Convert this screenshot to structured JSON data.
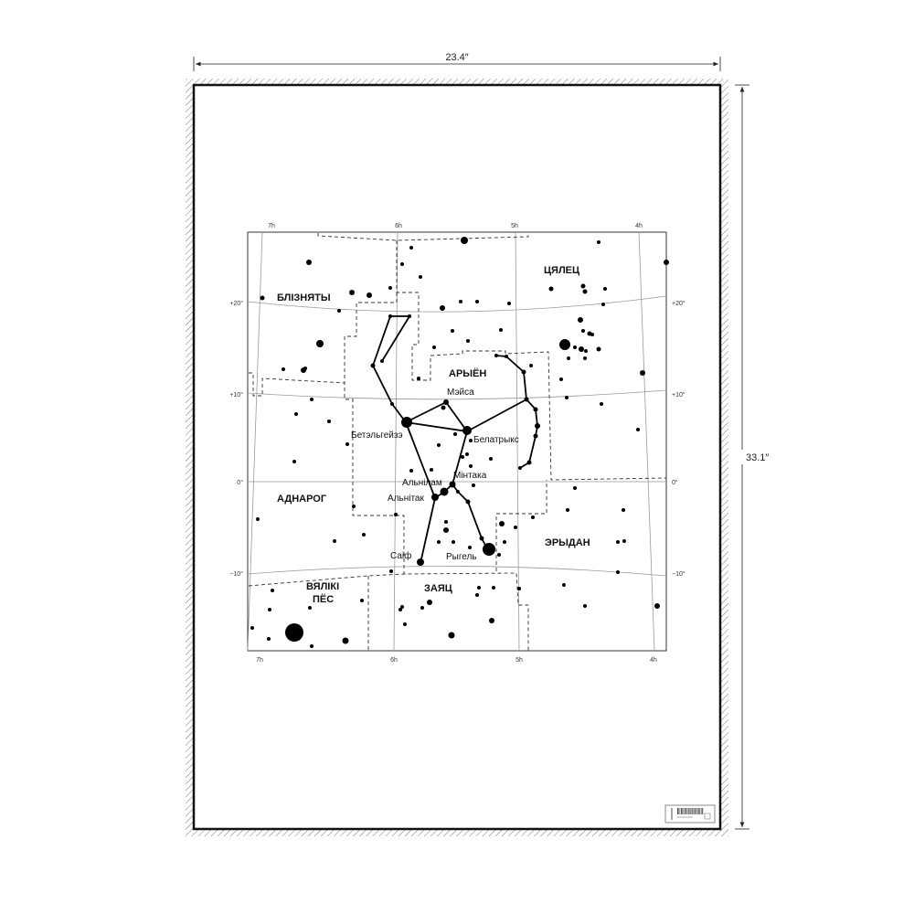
{
  "dimensions": {
    "width": "23.4″",
    "height": "33.1″"
  },
  "chart": {
    "ra_ticks": [
      "7h",
      "6h",
      "5h",
      "4h"
    ],
    "dec_ticks": [
      "+20°",
      "+10°",
      "0°",
      "−10°"
    ],
    "constellations": {
      "gemini": "БЛІЗНЯТЫ",
      "taurus": "ЦЯЛЕЦ",
      "orion": "АРЫЁН",
      "monoceros": "АДНАРОГ",
      "eridanus": "ЭРЫДАН",
      "canis_major_1": "ВЯЛІКІ",
      "canis_major_2": "ПЁС",
      "lepus": "ЗАЯЦ"
    },
    "stars": {
      "meissa": "Мэйса",
      "betelgeuse": "Бетэльгейзэ",
      "bellatrix": "Белатрыкс",
      "mintaka": "Мінтака",
      "alnilam": "Альнілам",
      "alnitak": "Альнітак",
      "saiph": "Саіф",
      "rigel": "Рыгель"
    }
  },
  "colors": {
    "ink": "#000000",
    "paper": "#ffffff",
    "grid": "#999999"
  }
}
